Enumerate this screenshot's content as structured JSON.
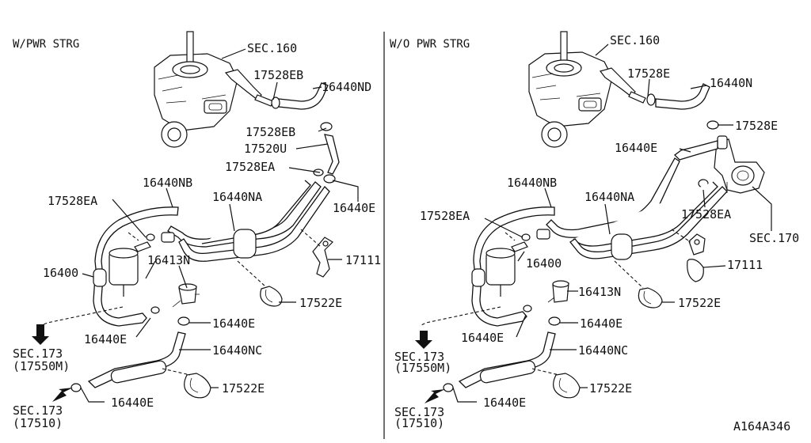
{
  "left": {
    "header": "W/PWR STRG",
    "labels": {
      "sec160": "SEC.160",
      "p17528eb_a": "17528EB",
      "p16440nd": "16440ND",
      "p17528eb_b": "17528EB",
      "p17520u": "17520U",
      "p17528ea_a": "17528EA",
      "p16440e_a": "16440E",
      "p16440nb": "16440NB",
      "p16440na": "16440NA",
      "p17528ea_b": "17528EA",
      "p16400": "16400",
      "p16413n": "16413N",
      "p17111": "17111",
      "p17522e_a": "17522E",
      "p16440e_b": "16440E",
      "p16440e_c": "16440E",
      "p16440nc": "16440NC",
      "sec173_a": "SEC.173",
      "sec173_a_sub": "(17550M)",
      "p17522e_b": "17522E",
      "p16440e_d": "16440E",
      "sec173_b": "SEC.173",
      "sec173_b_sub": "(17510)"
    }
  },
  "right": {
    "header": "W/O PWR STRG",
    "labels": {
      "sec160": "SEC.160",
      "p17528e_a": "17528E",
      "p16440n": "16440N",
      "p17528e_b": "17528E",
      "p16440e_a": "16440E",
      "p16440nb": "16440NB",
      "p16440na": "16440NA",
      "p17528ea_a": "17528EA",
      "p17528ea_b": "17528EA",
      "sec170": "SEC.170",
      "p16400": "16400",
      "p17111": "17111",
      "p16413n": "16413N",
      "p17522e_a": "17522E",
      "p16440e_b": "16440E",
      "p16440e_c": "16440E",
      "p16440nc": "16440NC",
      "sec173_a": "SEC.173",
      "sec173_a_sub": "(17550M)",
      "p17522e_b": "17522E",
      "p16440e_d": "16440E",
      "sec173_b": "SEC.173",
      "sec173_b_sub": "(17510)"
    }
  },
  "figure_code": "A164A346"
}
